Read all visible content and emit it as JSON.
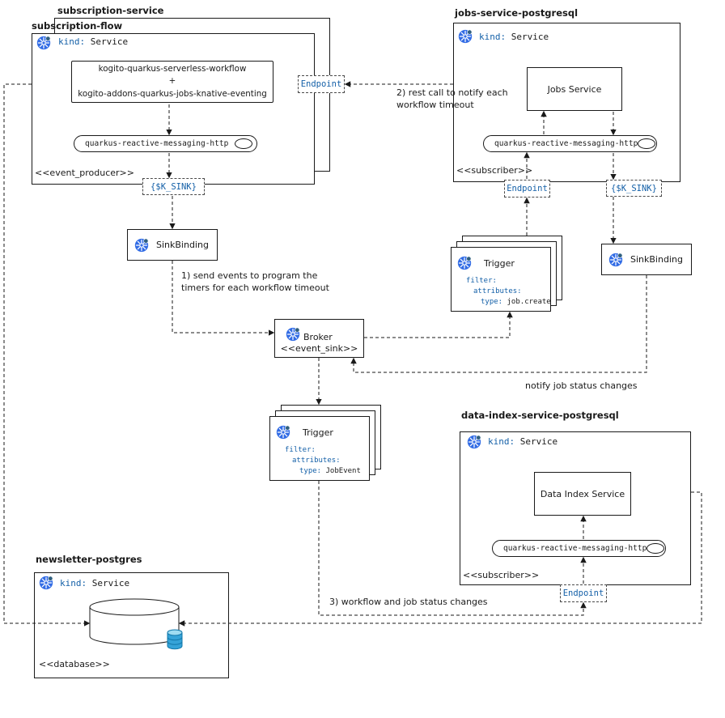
{
  "groups": {
    "subscription_service": {
      "label": "subscription-service"
    },
    "subscription_flow": {
      "label": "subscription-flow",
      "kind_key": "kind:",
      "kind_value": "Service",
      "workflow_line1": "kogito-quarkus-serverless-workflow",
      "workflow_operator": "+",
      "workflow_line2": "kogito-addons-quarkus-jobs-knative-eventing",
      "channel": "quarkus-reactive-messaging-http",
      "stereotype": "<<event_producer>>",
      "k_sink": "{$K_SINK}",
      "endpoint": "Endpoint"
    },
    "jobs_service": {
      "label": "jobs-service-postgresql",
      "kind_key": "kind:",
      "kind_value": "Service",
      "service": "Jobs Service",
      "channel": "quarkus-reactive-messaging-http",
      "stereotype": "<<subscriber>>",
      "endpoint": "Endpoint",
      "k_sink": "{$K_SINK}"
    },
    "data_index_service": {
      "label": "data-index-service-postgresql",
      "kind_key": "kind:",
      "kind_value": "Service",
      "service": "Data Index Service",
      "channel": "quarkus-reactive-messaging-http",
      "stereotype": "<<subscriber>>",
      "endpoint": "Endpoint"
    },
    "newsletter_postgres": {
      "label": "newsletter-postgres",
      "kind_key": "kind:",
      "kind_value": "Service",
      "stereotype": "<<database>>"
    }
  },
  "nodes": {
    "sink_binding_left": {
      "label": "SinkBinding"
    },
    "sink_binding_right": {
      "label": "SinkBinding"
    },
    "broker": {
      "label": "Broker",
      "stereotype": "<<event_sink>>"
    },
    "trigger_job_create": {
      "label": "Trigger",
      "filter_key": "filter:",
      "attributes_key": "attributes:",
      "type_key": "type:",
      "type_value": "job.create"
    },
    "trigger_job_event": {
      "label": "Trigger",
      "filter_key": "filter:",
      "attributes_key": "attributes:",
      "type_key": "type:",
      "type_value": "JobEvent"
    }
  },
  "annotations": {
    "send_events": "1) send events to program the timers for each workflow timeout",
    "rest_call": "2) rest call to notify each workflow timeout",
    "notify_job_status": "notify job status changes",
    "workflow_job_status": "3) workflow and job status changes"
  },
  "colors": {
    "keyword_blue": "#1460a8",
    "k8s_blue": "#326ce5",
    "wire": "#1a1a1a",
    "db_icon_blue": "#35a3d8"
  },
  "icons": {
    "kubernetes": "kubernetes-icon",
    "database": "database-icon",
    "interface": "interface-ellipse"
  }
}
